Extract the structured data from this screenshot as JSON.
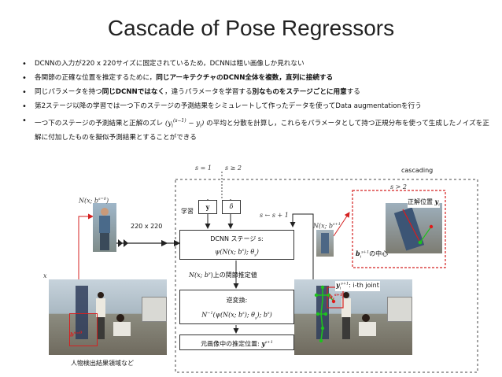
{
  "title": "Cascade of Pose Regressors",
  "bullets": [
    {
      "parts": [
        {
          "t": "DCNNの入力が220 x 220サイズに固定されているため，DCNNは粗い画像しか見れない",
          "b": false
        }
      ]
    },
    {
      "parts": [
        {
          "t": "各関節の正確な位置を推定するために，",
          "b": false
        },
        {
          "t": "同じアーキテクチャのDCNN全体を複数，直列に接続する",
          "b": true
        }
      ]
    },
    {
      "parts": [
        {
          "t": "同じパラメータを持つ",
          "b": false
        },
        {
          "t": "同じDCNNではなく",
          "b": true
        },
        {
          "t": "，違うパラメータを学習する",
          "b": false
        },
        {
          "t": "別なものをステージごとに用意",
          "b": true
        },
        {
          "t": "する",
          "b": false
        }
      ]
    },
    {
      "parts": [
        {
          "t": "第2ステージ以降の学習では一つ下のステージの予測結果をシミュレートして作ったデータを使ってData augmentationを行う",
          "b": false
        }
      ]
    },
    {
      "parts": [
        {
          "t": "一つ下のステージの予測結果と正解のズレ ",
          "b": false
        },
        {
          "t": "(y",
          "b": false,
          "m": true
        },
        {
          "t": "i",
          "b": false,
          "m": true,
          "sub": true
        },
        {
          "t": "(s−1)",
          "b": false,
          "m": true,
          "sup": true
        },
        {
          "t": " − y",
          "b": false,
          "m": true
        },
        {
          "t": "i",
          "b": false,
          "m": true,
          "sub": true
        },
        {
          "t": ")",
          "b": false,
          "m": true
        },
        {
          "t": " の平均と分散を計算し，これらをパラメータとして持つ正規分布を使って生成したノイズを正解に付加したものを擬似予測結果とすることができる",
          "b": false
        }
      ]
    }
  ],
  "diagram": {
    "cascading": "cascading",
    "stage1": "s = 1",
    "stage2": "s ≥ 2",
    "stage_gt": "s > 2",
    "learn": "学習",
    "y_box": "y",
    "delta_box": "δ",
    "crop_size": "220 x 220",
    "n_x_b0": "N(x; b",
    "n_x_b0_sup": "s=0",
    "n_x_b1": "N(x; b",
    "n_x_b1_sup": "s+1",
    "update": "s ← s + 1",
    "dcnn_title": "DCNN ステージ s:",
    "dcnn_formula": "ψ(N(x; b",
    "dcnn_formula_end": "); θ",
    "dcnn_formula_tail": ")",
    "joint_est_label": "N(x; b",
    "joint_est_tail": ")上の関節推定値",
    "inverse_title": "逆変換:",
    "inverse_formula": "N",
    "inverse_formula_rest": "(ψ(N(x; b",
    "inverse_formula_tail": "); θ",
    "inverse_formula_end": "); b",
    "inverse_formula_close": ")",
    "orig_est_label": "元画像中の推定位置: ",
    "orig_est_y": "y",
    "orig_est_sup": "s+1",
    "x_label": "x",
    "b_label_left": "b",
    "b_label_left_sup": "s=0",
    "person_detect": "人物検出結果領域など",
    "gt_label": "正解位置 ",
    "gt_y": "y",
    "gt_i": "i",
    "center_b": "b",
    "center_b_sub": "i",
    "center_b_sup": "s+1",
    "center_tail": "の中心",
    "joint_y": "y",
    "joint_y_sub": "i",
    "joint_y_sup": "s+1",
    "joint_tail": ": i-th joint",
    "b_right": "b",
    "b_right_sub": "i",
    "b_right_sup": "s+1"
  },
  "colors": {
    "red": "#d42020",
    "dash": "#444444",
    "arrow": "#222222",
    "skeleton_green": "#1ec21e",
    "skeleton_red": "#e01a1a"
  }
}
